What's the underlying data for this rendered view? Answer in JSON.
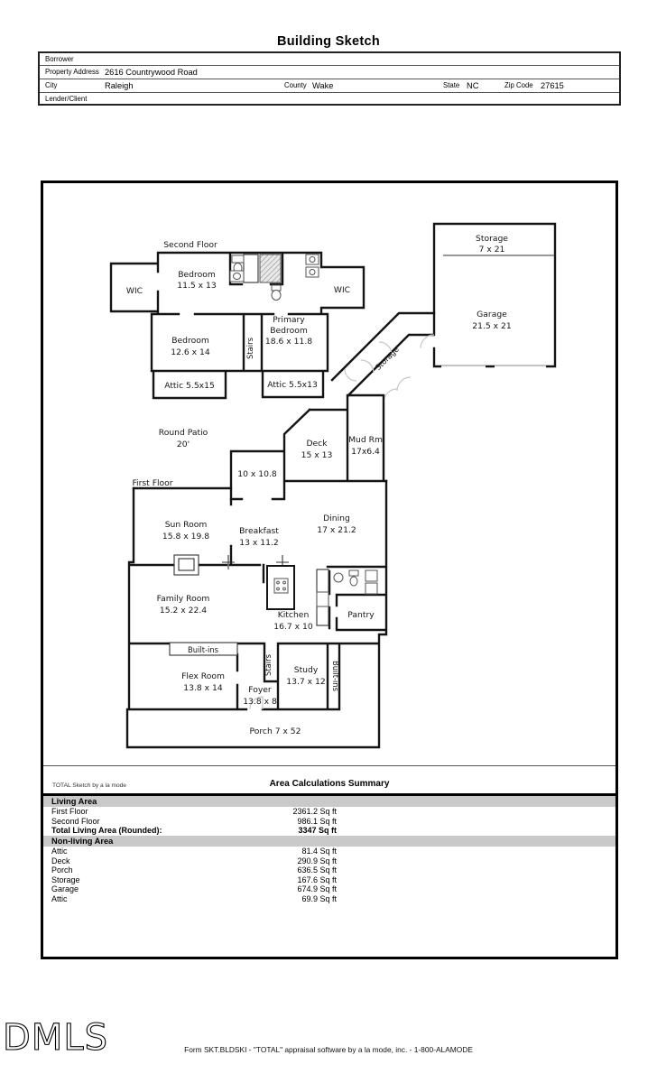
{
  "title": "Building Sketch",
  "form": {
    "borrower_label": "Borrower",
    "property_address_label": "Property Address",
    "property_address_value": "2616 Countrywood Road",
    "city_label": "City",
    "city_value": "Raleigh",
    "county_label": "County",
    "county_value": "Wake",
    "state_label": "State",
    "state_value": "NC",
    "zip_label": "Zip Code",
    "zip_value": "27615",
    "lender_label": "Lender/Client"
  },
  "rooms": {
    "second_floor_heading": "Second Floor",
    "first_floor_heading": "First Floor",
    "bedroom1": {
      "name": "Bedroom",
      "dims": "11.5 x 13"
    },
    "wic_left": {
      "name": "WIC"
    },
    "wic_right": {
      "name": "WIC"
    },
    "bedroom2": {
      "name": "Bedroom",
      "dims": "12.6 x 14"
    },
    "primary": {
      "line1": "Primary",
      "line2": "Bedroom",
      "dims": "18.6 x 11.8"
    },
    "stairs_second": {
      "name": "Stairs"
    },
    "attic_left": {
      "name": "Attic 5.5x15"
    },
    "attic_right": {
      "name": "Attic 5.5x13"
    },
    "storage_garage": {
      "name": "Storage",
      "dims": "7 x 21"
    },
    "garage": {
      "name": "Garage",
      "dims": "21.5 x 21"
    },
    "storage_breezeway": {
      "name": "Storage"
    },
    "round_patio": {
      "name": "Round Patio",
      "dims": "20'"
    },
    "deck": {
      "name": "Deck",
      "dims": "15 x 13"
    },
    "mud_room": {
      "name": "Mud Rm",
      "dims": "17x6.4"
    },
    "room_10x108": {
      "dims": "10 x 10.8"
    },
    "sun_room": {
      "name": "Sun Room",
      "dims": "15.8 x 19.8"
    },
    "breakfast": {
      "name": "Breakfast",
      "dims": "13 x 11.2"
    },
    "dining": {
      "name": "Dining",
      "dims": "17 x 21.2"
    },
    "family_room": {
      "name": "Family Room",
      "dims": "15.2 x 22.4"
    },
    "kitchen": {
      "name": "Kitchen",
      "dims": "16.7 x 10"
    },
    "pantry": {
      "name": "Pantry"
    },
    "built_ins_flex": {
      "name": "Built-ins"
    },
    "built_ins_study": {
      "name": "Built-ins"
    },
    "flex_room": {
      "name": "Flex Room",
      "dims": "13.8 x 14"
    },
    "foyer": {
      "name": "Foyer",
      "dims": "13.8 x 8"
    },
    "stairs_first": {
      "name": "Stairs"
    },
    "study": {
      "name": "Study",
      "dims": "13.7 x 12"
    },
    "porch": {
      "name": "Porch 7 x 52"
    }
  },
  "summary": {
    "watermark": "TOTAL Sketch by a la mode",
    "heading": "Area Calculations Summary",
    "living_header": "Living Area",
    "living_rows": [
      {
        "label": "First Floor",
        "value": "2361.2 Sq ft"
      },
      {
        "label": "Second Floor",
        "value": "986.1 Sq ft"
      }
    ],
    "total_row": {
      "label": "Total Living Area (Rounded):",
      "value": "3347 Sq ft"
    },
    "nonliving_header": "Non-living Area",
    "nonliving_rows": [
      {
        "label": "Attic",
        "value": "81.4 Sq ft"
      },
      {
        "label": "Deck",
        "value": "290.9 Sq ft"
      },
      {
        "label": "Porch",
        "value": "636.5 Sq ft"
      },
      {
        "label": "Storage",
        "value": "167.6 Sq ft"
      },
      {
        "label": "Garage",
        "value": "674.9 Sq ft"
      },
      {
        "label": "Attic",
        "value": "69.9 Sq ft"
      }
    ]
  },
  "footer": {
    "logo": "DMLS",
    "text": "Form SKT.BLDSKI - \"TOTAL\" appraisal software by a la mode, inc. - 1-800-ALAMODE"
  },
  "colors": {
    "wall": "#141414",
    "summary_bar": "#c9c9c9",
    "door_arc": "#c7c7c7"
  }
}
